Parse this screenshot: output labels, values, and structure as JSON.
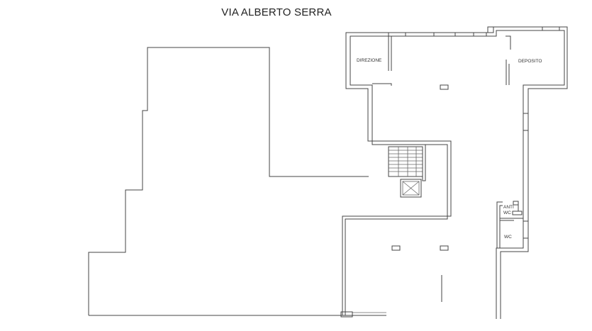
{
  "street_name": "VIA ALBERTO SERRA",
  "rooms": {
    "direzione": "DIREZIONE",
    "deposito": "DEPOSITO",
    "anti_wc_line1": "ANTI",
    "anti_wc_line2": "WC",
    "wc": "WC"
  },
  "colors": {
    "line": "#444444",
    "background": "#ffffff"
  }
}
